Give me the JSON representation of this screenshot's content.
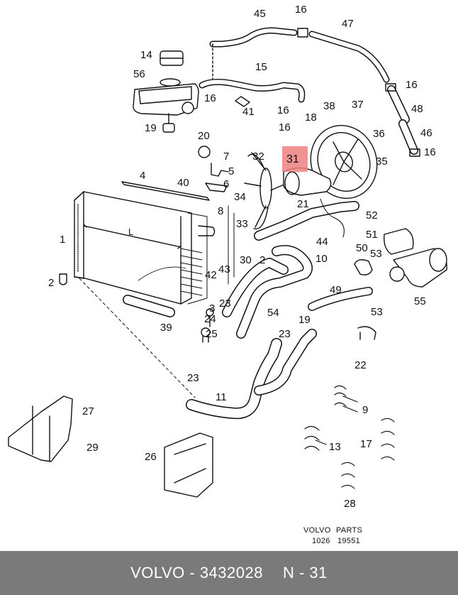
{
  "diagram": {
    "labels": [
      "45",
      "16",
      "47",
      "14",
      "56",
      "15",
      "16",
      "41",
      "16",
      "18",
      "37",
      "38",
      "16",
      "48",
      "16",
      "46",
      "16",
      "19",
      "20",
      "7",
      "5",
      "32",
      "36",
      "35",
      "4",
      "40",
      "6",
      "34",
      "8",
      "1",
      "33",
      "21",
      "52",
      "51",
      "44",
      "50",
      "53",
      "30",
      "2",
      "10",
      "42",
      "43",
      "2",
      "3",
      "23",
      "24",
      "25",
      "39",
      "54",
      "49",
      "19",
      "53",
      "55",
      "23",
      "22",
      "23",
      "11",
      "9",
      "27",
      "29",
      "13",
      "17",
      "26",
      "28"
    ],
    "highlight": "31",
    "dimension": "L",
    "stamp_brand": "VOLVO",
    "stamp_parts": "PARTS",
    "stamp_num1": "1026",
    "stamp_num2": "19551"
  },
  "footer": {
    "brand": "VOLVO - 3432028",
    "ref": "N - 31"
  }
}
